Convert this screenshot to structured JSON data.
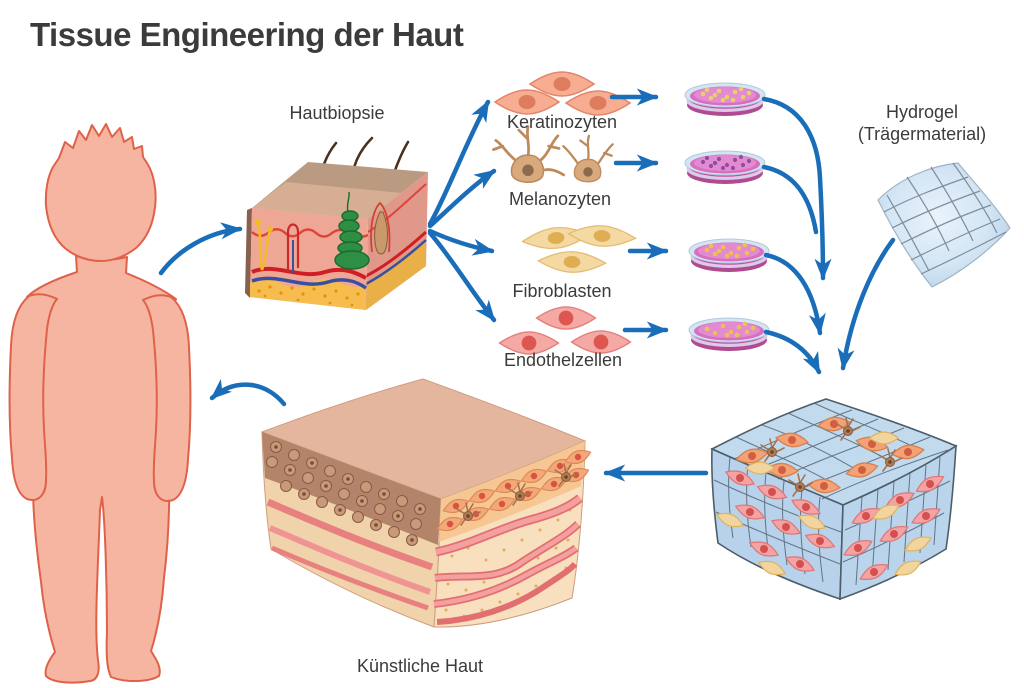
{
  "title": "Tissue Engineering der Haut",
  "labels": {
    "biopsy": "Hautbiopsie",
    "keratinocytes": "Keratinozyten",
    "melanocytes": "Melanozyten",
    "fibroblasts": "Fibroblasten",
    "endothelial_cells": "Endothelzellen",
    "hydrogel_line1": "Hydrogel",
    "hydrogel_line2": "(Trägermaterial)",
    "artificial_skin": "Künstliche Haut"
  },
  "colors": {
    "arrow_blue": "#1a6db8",
    "text": "#3b3b3a",
    "body_skin": "#f6b5a1",
    "body_outline": "#e0614a",
    "keratinocyte_fill": "#f6ad92",
    "melanocyte_fill": "#d9a97e",
    "fibroblast_fill": "#f5d9a2",
    "endothelial_fill": "#f5a9a5",
    "petri_medium_pink": "#d970c2",
    "petri_glass_blue": "#d3e4f2",
    "hydrogel_blue": "#cce0f2",
    "construct_blue": "#bdd6ec",
    "skin_dermis_cream": "#f8dfbd",
    "vessel_pink": "#ef9393",
    "background": "#ffffff"
  },
  "connections": [
    {
      "from": "body",
      "to": "biopsy"
    },
    {
      "from": "biopsy",
      "to": "keratinocytes"
    },
    {
      "from": "biopsy",
      "to": "melanocytes"
    },
    {
      "from": "biopsy",
      "to": "fibroblasts"
    },
    {
      "from": "biopsy",
      "to": "endothelial_cells"
    },
    {
      "from": "culture_dishes_and_hydrogel",
      "to": "construct"
    },
    {
      "from": "construct",
      "to": "artificial_skin"
    },
    {
      "from": "artificial_skin",
      "to": "body"
    }
  ]
}
